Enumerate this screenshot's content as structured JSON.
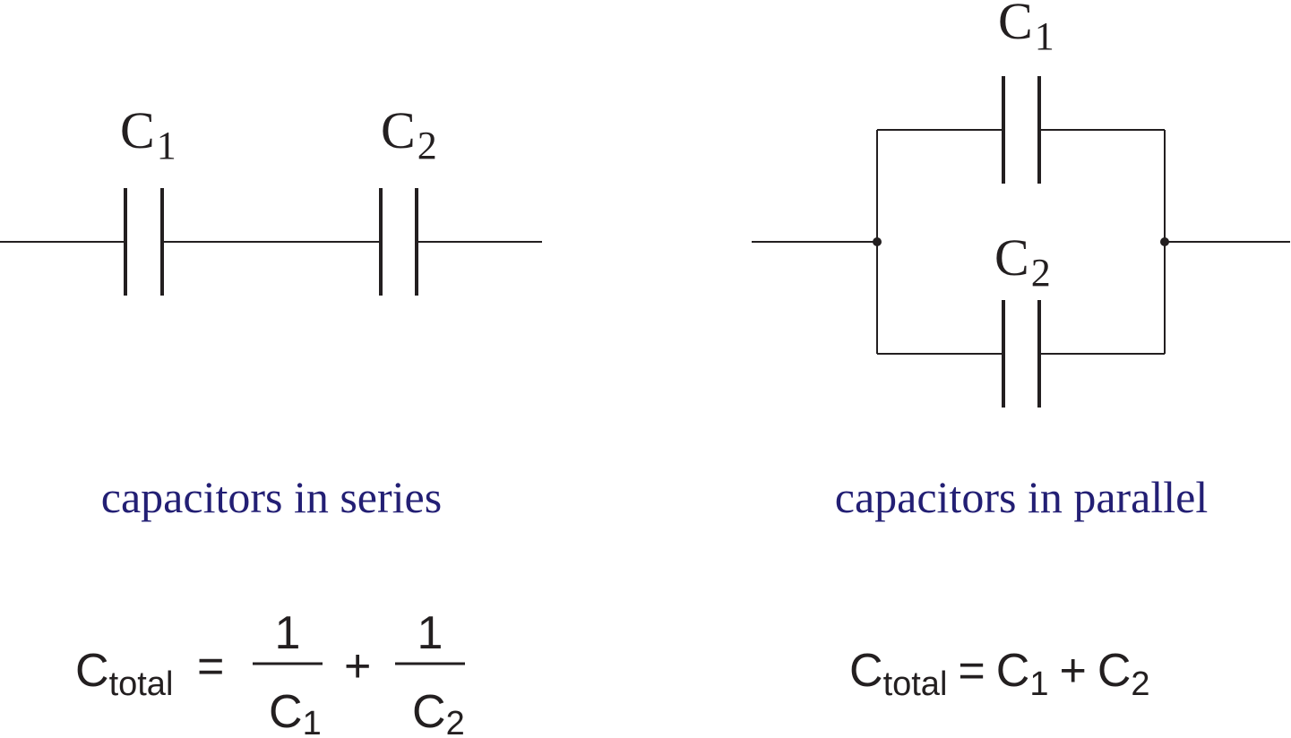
{
  "series_circuit": {
    "capacitor_1": {
      "main": "C",
      "sub": "1"
    },
    "capacitor_2": {
      "main": "C",
      "sub": "2"
    },
    "caption": "capacitors in series",
    "formula": {
      "lhs_main": "C",
      "lhs_sub": "total",
      "equals": "=",
      "frac1_numerator": "1",
      "frac1_denom_main": "C",
      "frac1_denom_sub": "1",
      "plus": "+",
      "frac2_numerator": "1",
      "frac2_denom_main": "C",
      "frac2_denom_sub": "2"
    }
  },
  "parallel_circuit": {
    "capacitor_1": {
      "main": "C",
      "sub": "1"
    },
    "capacitor_2": {
      "main": "C",
      "sub": "2"
    },
    "caption": "capacitors in parallel",
    "formula": {
      "lhs_main": "C",
      "lhs_sub": "total",
      "equals": "=",
      "term1_main": "C",
      "term1_sub": "1",
      "plus": "+",
      "term2_main": "C",
      "term2_sub": "2"
    }
  },
  "colors": {
    "wire": "#231f20",
    "caption": "#231f74"
  }
}
